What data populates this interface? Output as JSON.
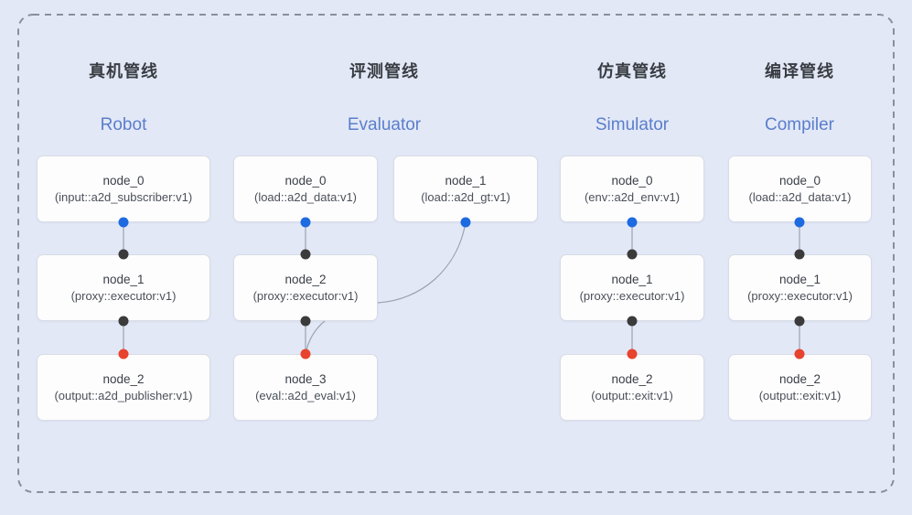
{
  "colors": {
    "canvas_bg": "#e3e8f7",
    "boundary": "#8a8f9a",
    "edge": "#9aa3af",
    "port_blue": "#1e6ae0",
    "port_dark": "#3b3b3b",
    "port_red": "#e7432e",
    "box_bg": "#fdfdfe",
    "box_border": "#d8dce4",
    "title_cn": "#383c42",
    "title_en": "#5a7ecb",
    "node_text": "#3a3f47",
    "node_subtext": "#4b5058"
  },
  "pipelines": [
    {
      "title_cn": "真机管线",
      "title_en": "Robot",
      "nodes": [
        {
          "name": "node_0",
          "detail": "(input::a2d_subscriber:v1)"
        },
        {
          "name": "node_1",
          "detail": "(proxy::executor:v1)"
        },
        {
          "name": "node_2",
          "detail": "(output::a2d_publisher:v1)"
        }
      ]
    },
    {
      "title_cn": "评测管线",
      "title_en": "Evaluator",
      "nodes": [
        {
          "name": "node_0",
          "detail": "(load::a2d_data:v1)"
        },
        {
          "name": "node_1",
          "detail": "(load::a2d_gt:v1)"
        },
        {
          "name": "node_2",
          "detail": "(proxy::executor:v1)"
        },
        {
          "name": "node_3",
          "detail": "(eval::a2d_eval:v1)"
        }
      ]
    },
    {
      "title_cn": "仿真管线",
      "title_en": "Simulator",
      "nodes": [
        {
          "name": "node_0",
          "detail": "(env::a2d_env:v1)"
        },
        {
          "name": "node_1",
          "detail": "(proxy::executor:v1)"
        },
        {
          "name": "node_2",
          "detail": "(output::exit:v1)"
        }
      ]
    },
    {
      "title_cn": "编译管线",
      "title_en": "Compiler",
      "nodes": [
        {
          "name": "node_0",
          "detail": "(load::a2d_data:v1)"
        },
        {
          "name": "node_1",
          "detail": "(proxy::executor:v1)"
        },
        {
          "name": "node_2",
          "detail": "(output::exit:v1)"
        }
      ]
    }
  ]
}
